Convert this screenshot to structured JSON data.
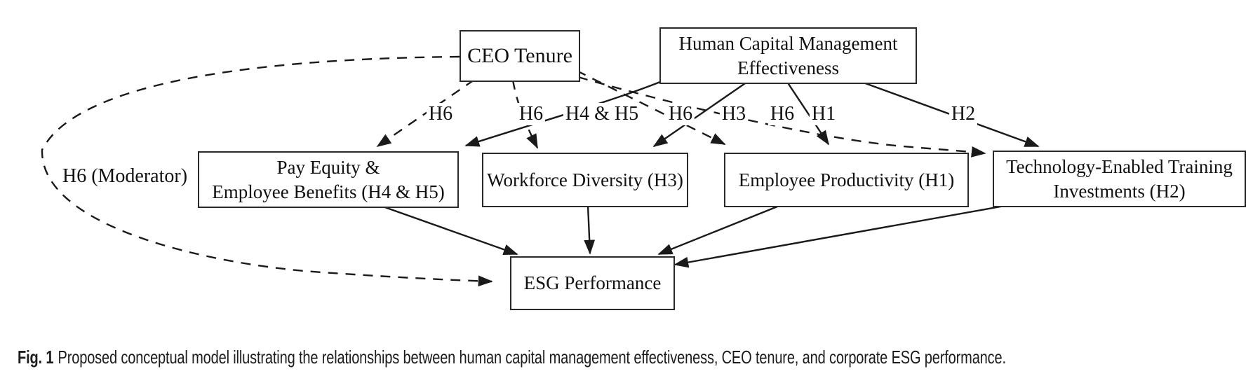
{
  "figure": {
    "caption_label": "Fig. 1",
    "caption_text": "Proposed conceptual model illustrating the relationships between human capital management effectiveness, CEO tenure, and corporate ESG performance."
  },
  "colors": {
    "ink": "#1a1a1a",
    "box_border": "#2a2a2a",
    "background": "#ffffff"
  },
  "diagram": {
    "nodes": {
      "ceo": {
        "label": "CEO Tenure"
      },
      "hcm": {
        "label": "Human Capital Management\nEffectiveness"
      },
      "pay": {
        "label": "Pay Equity &\nEmployee Benefits (H4 & H5)"
      },
      "wfd": {
        "label": "Workforce Diversity (H3)"
      },
      "emp": {
        "label": "Employee Productivity (H1)"
      },
      "tech": {
        "label": "Technology-Enabled Training\nInvestments (H2)"
      },
      "esg": {
        "label": "ESG Performance"
      }
    },
    "edges": [
      {
        "from": "CEO Tenure",
        "to": "ESG Performance",
        "label": "H6 (Moderator)",
        "style": "dashed"
      },
      {
        "from": "CEO Tenure",
        "to": "Pay Equity & Employee Benefits (H4 & H5)",
        "label": "H6",
        "style": "dashed"
      },
      {
        "from": "CEO Tenure",
        "to": "Workforce Diversity (H3)",
        "label": "H6",
        "style": "dashed"
      },
      {
        "from": "CEO Tenure",
        "to": "Employee Productivity (H1)",
        "label": "H6",
        "style": "dashed"
      },
      {
        "from": "CEO Tenure",
        "to": "Technology-Enabled Training Investments (H2)",
        "label": "H6",
        "style": "dashed"
      },
      {
        "from": "Human Capital Management Effectiveness",
        "to": "Pay Equity & Employee Benefits (H4 & H5)",
        "label": "H4 & H5",
        "style": "solid"
      },
      {
        "from": "Human Capital Management Effectiveness",
        "to": "Workforce Diversity (H3)",
        "label": "H3",
        "style": "solid"
      },
      {
        "from": "Human Capital Management Effectiveness",
        "to": "Employee Productivity (H1)",
        "label": "H1",
        "style": "solid"
      },
      {
        "from": "Human Capital Management Effectiveness",
        "to": "Technology-Enabled Training Investments (H2)",
        "label": "H2",
        "style": "solid"
      },
      {
        "from": "Pay Equity & Employee Benefits (H4 & H5)",
        "to": "ESG Performance",
        "label": "",
        "style": "solid"
      },
      {
        "from": "Workforce Diversity (H3)",
        "to": "ESG Performance",
        "label": "",
        "style": "solid"
      },
      {
        "from": "Employee Productivity (H1)",
        "to": "ESG Performance",
        "label": "",
        "style": "solid"
      },
      {
        "from": "Technology-Enabled Training Investments (H2)",
        "to": "ESG Performance",
        "label": "",
        "style": "solid"
      }
    ]
  }
}
